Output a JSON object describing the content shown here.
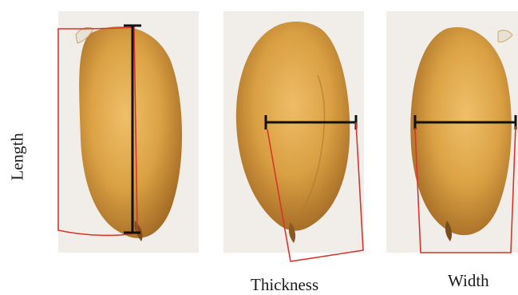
{
  "labels": {
    "length": "Length",
    "thickness": "Thickness",
    "width": "Width"
  },
  "colors": {
    "background": "#ffffff",
    "photo_background": "#f1eeea",
    "seed_light": "#e9b257",
    "seed_mid": "#d59a3c",
    "seed_dark": "#a8702a",
    "measure_line": "#111111",
    "outline": "#d9352c"
  },
  "figure": {
    "panels": [
      "length-view",
      "thickness-view",
      "width-view"
    ],
    "measurements": [
      "length-measure-line",
      "thickness-measure-line",
      "width-measure-line"
    ]
  }
}
